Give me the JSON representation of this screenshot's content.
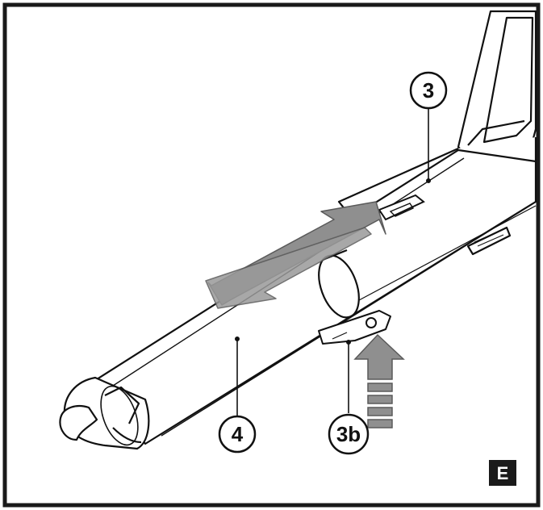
{
  "figure": {
    "callouts": {
      "part_3": "3",
      "part_3b": "3b",
      "part_4": "4"
    },
    "panel_label": "E"
  },
  "colors": {
    "line": "#111111",
    "arrow_fill": "#8f8f8f",
    "arrow_stroke": "#5a5a5a",
    "frame": "#1a1a1a",
    "badge": "#1a1a1a"
  }
}
